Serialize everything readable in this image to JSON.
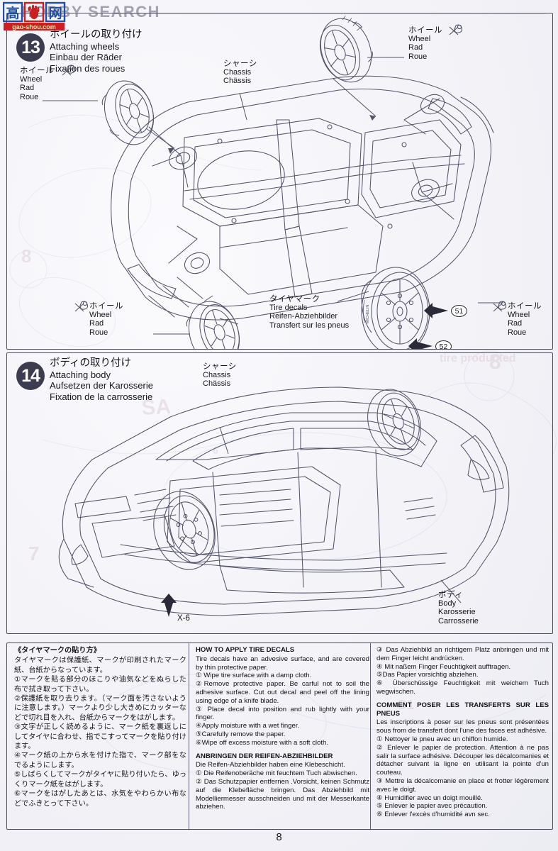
{
  "watermark": {
    "logo_cn": "高网",
    "logo_domain": "gao-shou.com",
    "site_text": "HOBBY SEARCH",
    "logo_icon": "hand-pointer-icon"
  },
  "page": {
    "number": "8"
  },
  "steps": [
    {
      "id": "13",
      "badge": "13",
      "title_jp": "ホイールの取り付け",
      "title_en": "Attaching wheels",
      "title_de": "Einbau der Räder",
      "title_fr": "Fixation des roues",
      "callouts": [
        {
          "name": "wheel-top-right",
          "jp": "ホイール",
          "en": "Wheel",
          "de": "Rad",
          "fr": "Roue",
          "tool_icon": "cement-tool-icon"
        },
        {
          "name": "wheel-left",
          "jp": "ホイール",
          "en": "Wheel",
          "de": "Rad",
          "fr": "Roue",
          "tool_icon": "cement-tool-icon"
        },
        {
          "name": "wheel-bottom-left",
          "jp": "ホイール",
          "en": "Wheel",
          "de": "Rad",
          "fr": "Roue",
          "tool_icon": "cement-tool-icon"
        },
        {
          "name": "wheel-bottom-right",
          "jp": "ホイール",
          "en": "Wheel",
          "de": "Rad",
          "fr": "Roue",
          "tool_icon": "cement-tool-icon"
        },
        {
          "name": "chassis",
          "jp": "シャーシ",
          "en": "Chassis",
          "de": "Chässis",
          "fr": ""
        },
        {
          "name": "tire-decals",
          "jp": "タイヤマーク",
          "en": "Tire decals",
          "de": "Reifen-Abziehbilder",
          "fr": "Transfert sur les pneus"
        }
      ],
      "part_numbers": [
        "51",
        "52"
      ],
      "tire_brand": "MICHELIN"
    },
    {
      "id": "14",
      "badge": "14",
      "title_jp": "ボディの取り付け",
      "title_en": "Attaching body",
      "title_de": "Aufsetzen der Karosserie",
      "title_fr": "Fixation de la carrosserie",
      "callouts": [
        {
          "name": "chassis",
          "jp": "シャーシ",
          "en": "Chassis",
          "de": "Chässis",
          "fr": ""
        },
        {
          "name": "body",
          "jp": "ボディ",
          "en": "Body",
          "de": "Karosserie",
          "fr": "Carrosserie"
        }
      ],
      "paint_marker": "X-6"
    }
  ],
  "notes": {
    "jp": {
      "heading": "《タイヤマークの貼り方》",
      "intro": "タイヤマークは保護紙、マークが印刷されたマーク紙、台紙からなっています。",
      "items": [
        "①マークを貼る部分のほこりや油気などをぬらした布で拭き取って下さい。",
        "②保護紙を取り去ります。（マーク面を汚さないように注意します。）マークより少し大きめにカッターなどで切れ目を入れ、台紙からマークをはがします。",
        "③文字が正しく読めるように、マーク紙を裏返しにしてタイヤに合わせ、指でこすってマークを貼り付けます。",
        "④マーク紙の上から水を付けた指で、マーク部をなでるようにします。",
        "⑤しばらくしてマークがタイヤに貼り付いたら、ゆっくりマーク紙をはがします。",
        "⑥マークをはがしたあとは、水気をやわらかい布などでふきとって下さい。"
      ]
    },
    "en": {
      "heading": "HOW TO APPLY TIRE DECALS",
      "intro": "Tire decals have an advesive surface, and are covered by thin protective paper.",
      "items": [
        "① Wipe tire surface with a damp cloth.",
        "②Remove protective paper. Be carful not to soil the adhesive surface. Cut out decal and peel off the lining using edge of a knife blade.",
        "③ Place decal into position and rub lightly with your finger.",
        "④Apply moisture with a wet finger.",
        "⑤Carefully remove the paper.",
        "⑥Wipe off excess moisture with a soft cloth."
      ]
    },
    "de": {
      "heading": "ANBRINGEN DER REIFEN-ABZIEHBILDER",
      "intro": "Die Reifen-Abziehbilder haben eine Klebeschicht.",
      "items": [
        "① Die Reifenoberäche mit feuchtem Tuch abwischen.",
        "② Das Schutzpapier entfernen .Vorsicht, keinen Schmutz auf die Klebefläche bringen. Das Abziehbild mit Modelliermesser ausschneiden und mit der Messerkante abziehen.",
        "③ Das Abziehbild an richtigem Platz anbringen und mit dem Finger leicht andrücken.",
        "④ Mit naßem Finger Feuchtigkeit aufftragen.",
        "⑤Das Papier vorsichtig abziehen.",
        "⑥ Überschüssige Feuchtigkeit mit weichem Tuch wegwischen."
      ]
    },
    "fr": {
      "heading": "COMMENT POSER LES TRANSFERTS SUR LES PNEUS",
      "intro": "Les inscriptions à poser sur les pneus sont présentées sous from de transfert dont l'une des faces est adhésive.",
      "items": [
        "① Nettoyer le pneu avec un chiffon humide.",
        "② Enlever le papier de protection. Attention à ne pas salir la surface adhésive. Découper les décalcomanies et détacher suivant la ligne en utilisant la pointe d'un couteau.",
        "③ Mettre la décalcomanie en place et frotter légèrement avec le doigt.",
        "④ Humidifier avec un doigt mouillé.",
        "⑤ Enlever le papier avec précaution.",
        "⑥ Enlever l'excès d'humidité avn sec."
      ]
    }
  },
  "colors": {
    "ink": "#1a1a22",
    "badge": "#3c3c50",
    "line": "#4a4a5e",
    "paper": "#f2f2f7",
    "logo_red": "#cc1f1f",
    "logo_blue": "#1f4fa8",
    "watermark_gray": "#6f6f86"
  }
}
